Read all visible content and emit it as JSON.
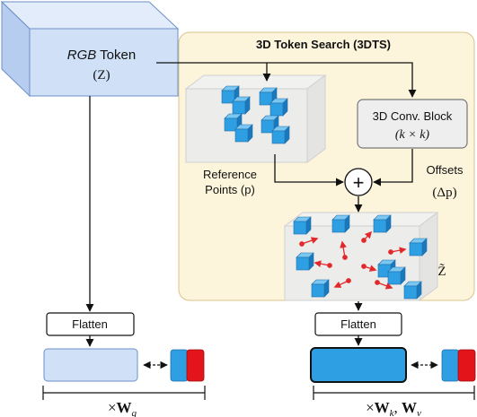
{
  "rgb_token": {
    "label_italic": "RGB",
    "label_rest": " Token",
    "symbol": "(Z)"
  },
  "dts": {
    "title": "3D Token Search (3DTS)",
    "conv_block_line1": "3D Conv. Block",
    "conv_block_line2": "(k × k)",
    "reference_line1": "Reference",
    "reference_line2": "Points (p)",
    "offsets_line1": "Offsets",
    "offsets_line2": "(Δp)",
    "z_tilde": "Z̃",
    "plus": "+"
  },
  "left_branch": {
    "flatten": "Flatten",
    "weight": "×W_q"
  },
  "right_branch": {
    "flatten": "Flatten",
    "weight": "×W_k, W_v"
  },
  "colors": {
    "rgb_fill": "#cfe0f7",
    "rgb_stroke": "#6c8fc7",
    "dts_fill": "#fdf4dc",
    "dts_stroke": "#d8c48d",
    "cube_blue": "#2f9fe3",
    "arrow_red": "#e2282b",
    "token_red": "#e3151b"
  }
}
